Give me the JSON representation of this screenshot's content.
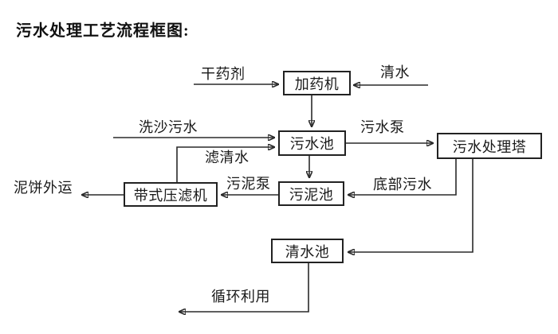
{
  "title": "污水处理工艺流程框图:",
  "colors": {
    "background": "#ffffff",
    "ink": "#2a2a2a",
    "text": "#1a1a1a"
  },
  "diagram": {
    "type": "flowchart",
    "nodes": {
      "dosing_machine": {
        "label": "加药机"
      },
      "sewage_pool": {
        "label": "污水池"
      },
      "treatment_tower": {
        "label": "污水处理塔"
      },
      "belt_filter_press": {
        "label": "带式压滤机"
      },
      "sludge_pool": {
        "label": "污泥池"
      },
      "clean_water_pool": {
        "label": "清水池"
      }
    },
    "edge_labels": {
      "dry_chemical": "干药剂",
      "clean_water_in": "清水",
      "sand_washing_sewage": "洗沙污水",
      "sewage_pump": "污水泵",
      "filtered_water": "滤清水",
      "sludge_pump": "污泥泵",
      "bottom_sewage": "底部污水",
      "mud_cake_out": "泥饼外运",
      "recycle_use": "循环利用"
    },
    "edges": [
      {
        "from": "dry_chemical_source",
        "to": "dosing_machine",
        "label": "干药剂"
      },
      {
        "from": "clean_water_source",
        "to": "dosing_machine",
        "label": "清水"
      },
      {
        "from": "dosing_machine",
        "to": "sewage_pool",
        "label": ""
      },
      {
        "from": "sand_washing_source",
        "to": "sewage_pool",
        "label": "洗沙污水"
      },
      {
        "from": "belt_filter_press",
        "to": "sewage_pool",
        "label": "滤清水"
      },
      {
        "from": "sewage_pool",
        "to": "treatment_tower",
        "label": "污水泵"
      },
      {
        "from": "sewage_pool",
        "to": "sludge_pool",
        "label": ""
      },
      {
        "from": "treatment_tower",
        "to": "sludge_pool",
        "label": "底部污水"
      },
      {
        "from": "sludge_pool",
        "to": "belt_filter_press",
        "label": "污泥泵"
      },
      {
        "from": "belt_filter_press",
        "to": "mud_cake_out",
        "label": "泥饼外运"
      },
      {
        "from": "treatment_tower",
        "to": "clean_water_pool",
        "label": ""
      },
      {
        "from": "clean_water_pool",
        "to": "recycle_use",
        "label": "循环利用"
      }
    ]
  }
}
